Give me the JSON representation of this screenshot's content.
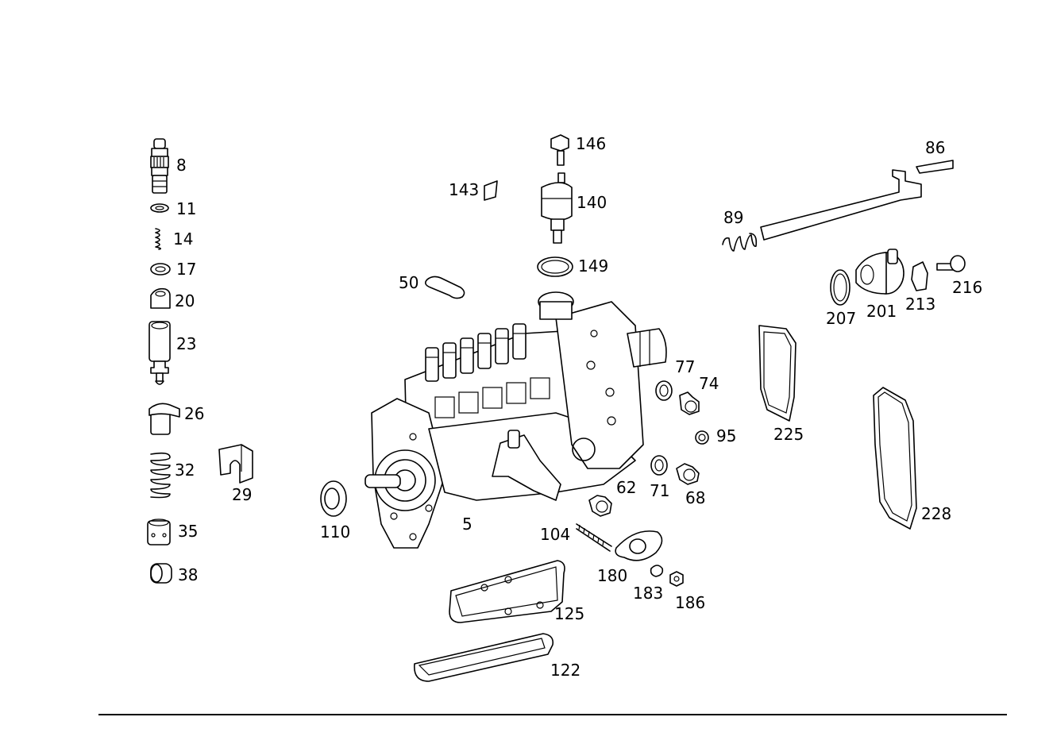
{
  "callouts": [
    {
      "id": "8",
      "text": "8"
    },
    {
      "id": "11",
      "text": "11"
    },
    {
      "id": "14",
      "text": "14"
    },
    {
      "id": "17",
      "text": "17"
    },
    {
      "id": "20",
      "text": "20"
    },
    {
      "id": "23",
      "text": "23"
    },
    {
      "id": "26",
      "text": "26"
    },
    {
      "id": "29",
      "text": "29"
    },
    {
      "id": "32",
      "text": "32"
    },
    {
      "id": "35",
      "text": "35"
    },
    {
      "id": "38",
      "text": "38"
    },
    {
      "id": "5",
      "text": "5"
    },
    {
      "id": "50",
      "text": "50"
    },
    {
      "id": "62",
      "text": "62"
    },
    {
      "id": "68",
      "text": "68"
    },
    {
      "id": "71",
      "text": "71"
    },
    {
      "id": "74",
      "text": "74"
    },
    {
      "id": "77",
      "text": "77"
    },
    {
      "id": "86",
      "text": "86"
    },
    {
      "id": "89",
      "text": "89"
    },
    {
      "id": "95",
      "text": "95"
    },
    {
      "id": "104",
      "text": "104"
    },
    {
      "id": "110",
      "text": "110"
    },
    {
      "id": "122",
      "text": "122"
    },
    {
      "id": "125",
      "text": "125"
    },
    {
      "id": "140",
      "text": "140"
    },
    {
      "id": "143",
      "text": "143"
    },
    {
      "id": "146",
      "text": "146"
    },
    {
      "id": "149",
      "text": "149"
    },
    {
      "id": "180",
      "text": "180"
    },
    {
      "id": "183",
      "text": "183"
    },
    {
      "id": "186",
      "text": "186"
    },
    {
      "id": "201",
      "text": "201"
    },
    {
      "id": "207",
      "text": "207"
    },
    {
      "id": "213",
      "text": "213"
    },
    {
      "id": "216",
      "text": "216"
    },
    {
      "id": "225",
      "text": "225"
    },
    {
      "id": "228",
      "text": "228"
    }
  ]
}
